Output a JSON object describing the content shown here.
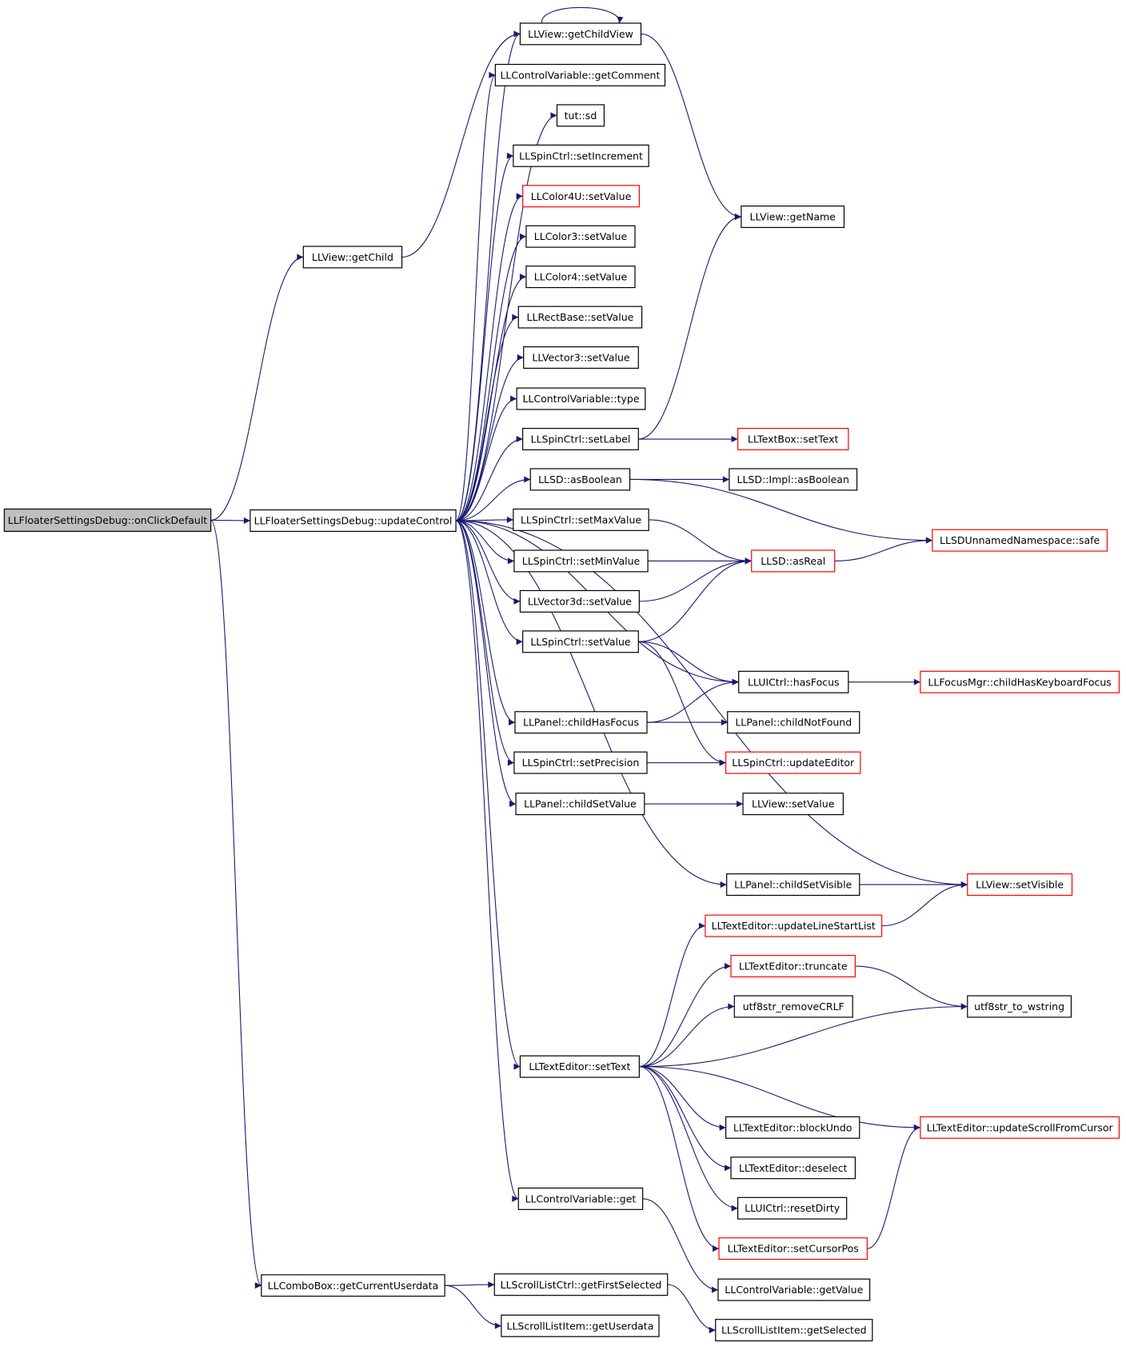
{
  "colors": {
    "edge": "#191970",
    "node_border": "#000000",
    "node_border_partial": "#ff0000",
    "root_fill": "#bfbfbf",
    "node_fill": "#ffffff",
    "text": "#000000"
  },
  "nodes": [
    {
      "id": "onClickDefault",
      "label": "LLFloaterSettingsDebug::onClickDefault",
      "kind": "root"
    },
    {
      "id": "getChild",
      "label": "LLView::getChild",
      "kind": "normal"
    },
    {
      "id": "updateControl",
      "label": "LLFloaterSettingsDebug::updateControl",
      "kind": "normal"
    },
    {
      "id": "getCurrentUserdata",
      "label": "LLComboBox::getCurrentUserdata",
      "kind": "normal"
    },
    {
      "id": "getChildView",
      "label": "LLView::getChildView",
      "kind": "normal"
    },
    {
      "id": "getComment",
      "label": "LLControlVariable::getComment",
      "kind": "normal"
    },
    {
      "id": "tutsd",
      "label": "tut::sd",
      "kind": "normal"
    },
    {
      "id": "setIncrement",
      "label": "LLSpinCtrl::setIncrement",
      "kind": "normal"
    },
    {
      "id": "color4uSetValue",
      "label": "LLColor4U::setValue",
      "kind": "partial"
    },
    {
      "id": "color3SetValue",
      "label": "LLColor3::setValue",
      "kind": "normal"
    },
    {
      "id": "color4SetValue",
      "label": "LLColor4::setValue",
      "kind": "normal"
    },
    {
      "id": "rectSetValue",
      "label": "LLRectBase::setValue",
      "kind": "normal"
    },
    {
      "id": "vec3SetValue",
      "label": "LLVector3::setValue",
      "kind": "normal"
    },
    {
      "id": "cvType",
      "label": "LLControlVariable::type",
      "kind": "normal"
    },
    {
      "id": "setLabel",
      "label": "LLSpinCtrl::setLabel",
      "kind": "normal"
    },
    {
      "id": "asBoolean",
      "label": "LLSD::asBoolean",
      "kind": "normal"
    },
    {
      "id": "setMaxValue",
      "label": "LLSpinCtrl::setMaxValue",
      "kind": "normal"
    },
    {
      "id": "setMinValue",
      "label": "LLSpinCtrl::setMinValue",
      "kind": "normal"
    },
    {
      "id": "vec3dSetValue",
      "label": "LLVector3d::setValue",
      "kind": "normal"
    },
    {
      "id": "spinSetValue",
      "label": "LLSpinCtrl::setValue",
      "kind": "normal"
    },
    {
      "id": "childHasFocus",
      "label": "LLPanel::childHasFocus",
      "kind": "normal"
    },
    {
      "id": "setPrecision",
      "label": "LLSpinCtrl::setPrecision",
      "kind": "normal"
    },
    {
      "id": "childSetValue",
      "label": "LLPanel::childSetValue",
      "kind": "normal"
    },
    {
      "id": "textEditorSetText",
      "label": "LLTextEditor::setText",
      "kind": "normal"
    },
    {
      "id": "cvGet",
      "label": "LLControlVariable::get",
      "kind": "normal"
    },
    {
      "id": "getFirstSelected",
      "label": "LLScrollListCtrl::getFirstSelected",
      "kind": "normal"
    },
    {
      "id": "getUserdata",
      "label": "LLScrollListItem::getUserdata",
      "kind": "normal"
    },
    {
      "id": "getName",
      "label": "LLView::getName",
      "kind": "normal"
    },
    {
      "id": "textBoxSetText",
      "label": "LLTextBox::setText",
      "kind": "partial"
    },
    {
      "id": "implAsBoolean",
      "label": "LLSD::Impl::asBoolean",
      "kind": "normal"
    },
    {
      "id": "asReal",
      "label": "LLSD::asReal",
      "kind": "partial"
    },
    {
      "id": "hasFocus",
      "label": "LLUICtrl::hasFocus",
      "kind": "normal"
    },
    {
      "id": "childNotFound",
      "label": "LLPanel::childNotFound",
      "kind": "normal"
    },
    {
      "id": "updateEditor",
      "label": "LLSpinCtrl::updateEditor",
      "kind": "partial"
    },
    {
      "id": "viewSetValue",
      "label": "LLView::setValue",
      "kind": "normal"
    },
    {
      "id": "childSetVisible",
      "label": "LLPanel::childSetVisible",
      "kind": "normal"
    },
    {
      "id": "updateLineStartList",
      "label": "LLTextEditor::updateLineStartList",
      "kind": "partial"
    },
    {
      "id": "truncate",
      "label": "LLTextEditor::truncate",
      "kind": "partial"
    },
    {
      "id": "removeCRLF",
      "label": "utf8str_removeCRLF",
      "kind": "normal"
    },
    {
      "id": "blockUndo",
      "label": "LLTextEditor::blockUndo",
      "kind": "normal"
    },
    {
      "id": "deselect",
      "label": "LLTextEditor::deselect",
      "kind": "normal"
    },
    {
      "id": "resetDirty",
      "label": "LLUICtrl::resetDirty",
      "kind": "normal"
    },
    {
      "id": "setCursorPos",
      "label": "LLTextEditor::setCursorPos",
      "kind": "partial"
    },
    {
      "id": "cvGetValue",
      "label": "LLControlVariable::getValue",
      "kind": "normal"
    },
    {
      "id": "getSelected",
      "label": "LLScrollListItem::getSelected",
      "kind": "normal"
    },
    {
      "id": "safe",
      "label": "LLSDUnnamedNamespace::safe",
      "kind": "partial"
    },
    {
      "id": "childHasKeyboardFocus",
      "label": "LLFocusMgr::childHasKeyboardFocus",
      "kind": "partial"
    },
    {
      "id": "setVisible",
      "label": "LLView::setVisible",
      "kind": "partial"
    },
    {
      "id": "toWstring",
      "label": "utf8str_to_wstring",
      "kind": "normal"
    },
    {
      "id": "updateScrollFromCursor",
      "label": "LLTextEditor::updateScrollFromCursor",
      "kind": "partial"
    }
  ],
  "edges": [
    [
      "onClickDefault",
      "getChild"
    ],
    [
      "onClickDefault",
      "updateControl"
    ],
    [
      "onClickDefault",
      "getCurrentUserdata"
    ],
    [
      "getChild",
      "getChildView"
    ],
    [
      "getChildView",
      "getChildView"
    ],
    [
      "getChildView",
      "getName"
    ],
    [
      "updateControl",
      "getChildView"
    ],
    [
      "updateControl",
      "getComment"
    ],
    [
      "updateControl",
      "tutsd"
    ],
    [
      "updateControl",
      "setIncrement"
    ],
    [
      "updateControl",
      "color4uSetValue"
    ],
    [
      "updateControl",
      "color3SetValue"
    ],
    [
      "updateControl",
      "color4SetValue"
    ],
    [
      "updateControl",
      "rectSetValue"
    ],
    [
      "updateControl",
      "vec3SetValue"
    ],
    [
      "updateControl",
      "cvType"
    ],
    [
      "updateControl",
      "setLabel"
    ],
    [
      "updateControl",
      "asBoolean"
    ],
    [
      "updateControl",
      "setMaxValue"
    ],
    [
      "updateControl",
      "setMinValue"
    ],
    [
      "updateControl",
      "vec3dSetValue"
    ],
    [
      "updateControl",
      "spinSetValue"
    ],
    [
      "updateControl",
      "hasFocus"
    ],
    [
      "updateControl",
      "childHasFocus"
    ],
    [
      "updateControl",
      "setPrecision"
    ],
    [
      "updateControl",
      "childSetValue"
    ],
    [
      "updateControl",
      "setVisible"
    ],
    [
      "updateControl",
      "childSetVisible"
    ],
    [
      "updateControl",
      "textEditorSetText"
    ],
    [
      "updateControl",
      "cvGet"
    ],
    [
      "setLabel",
      "getName"
    ],
    [
      "setLabel",
      "textBoxSetText"
    ],
    [
      "asBoolean",
      "implAsBoolean"
    ],
    [
      "asBoolean",
      "safe"
    ],
    [
      "setMaxValue",
      "asReal"
    ],
    [
      "setMinValue",
      "asReal"
    ],
    [
      "vec3dSetValue",
      "asReal"
    ],
    [
      "spinSetValue",
      "asReal"
    ],
    [
      "asReal",
      "safe"
    ],
    [
      "spinSetValue",
      "hasFocus"
    ],
    [
      "spinSetValue",
      "updateEditor"
    ],
    [
      "childHasFocus",
      "hasFocus"
    ],
    [
      "childHasFocus",
      "childNotFound"
    ],
    [
      "hasFocus",
      "childHasKeyboardFocus"
    ],
    [
      "setPrecision",
      "updateEditor"
    ],
    [
      "childSetValue",
      "viewSetValue"
    ],
    [
      "childSetVisible",
      "setVisible"
    ],
    [
      "updateLineStartList",
      "setVisible"
    ],
    [
      "textEditorSetText",
      "updateLineStartList"
    ],
    [
      "textEditorSetText",
      "truncate"
    ],
    [
      "textEditorSetText",
      "removeCRLF"
    ],
    [
      "textEditorSetText",
      "toWstring"
    ],
    [
      "textEditorSetText",
      "updateScrollFromCursor"
    ],
    [
      "textEditorSetText",
      "blockUndo"
    ],
    [
      "textEditorSetText",
      "deselect"
    ],
    [
      "textEditorSetText",
      "resetDirty"
    ],
    [
      "textEditorSetText",
      "setCursorPos"
    ],
    [
      "truncate",
      "toWstring"
    ],
    [
      "setCursorPos",
      "updateScrollFromCursor"
    ],
    [
      "cvGet",
      "cvGetValue"
    ],
    [
      "getCurrentUserdata",
      "getFirstSelected"
    ],
    [
      "getCurrentUserdata",
      "getUserdata"
    ],
    [
      "getFirstSelected",
      "getSelected"
    ]
  ]
}
